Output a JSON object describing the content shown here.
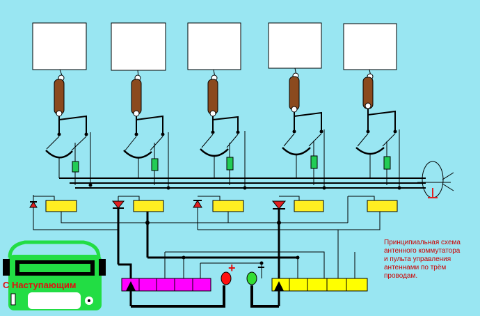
{
  "caption": {
    "lines": [
      "Принципиальная схема",
      "антенного коммутатора",
      "и пульта управления",
      "антеннами по трём",
      "проводам."
    ]
  },
  "radio": {
    "label": "С Наступающим"
  },
  "signs": {
    "plus": "+",
    "minus": "−"
  },
  "colors": {
    "background": "#99E6F2",
    "wire": "#000000",
    "relay_coil": "#8B4A1E",
    "relay_block": "#FFEE22",
    "diode": "#E02020",
    "choke": "#22CC55",
    "panel_left": "#FF00FF",
    "panel_right": "#FFFF00",
    "terminal_plus": "#FF1010",
    "terminal_minus": "#33DD33",
    "radio": "#22DD44"
  },
  "antenna_count": 5
}
